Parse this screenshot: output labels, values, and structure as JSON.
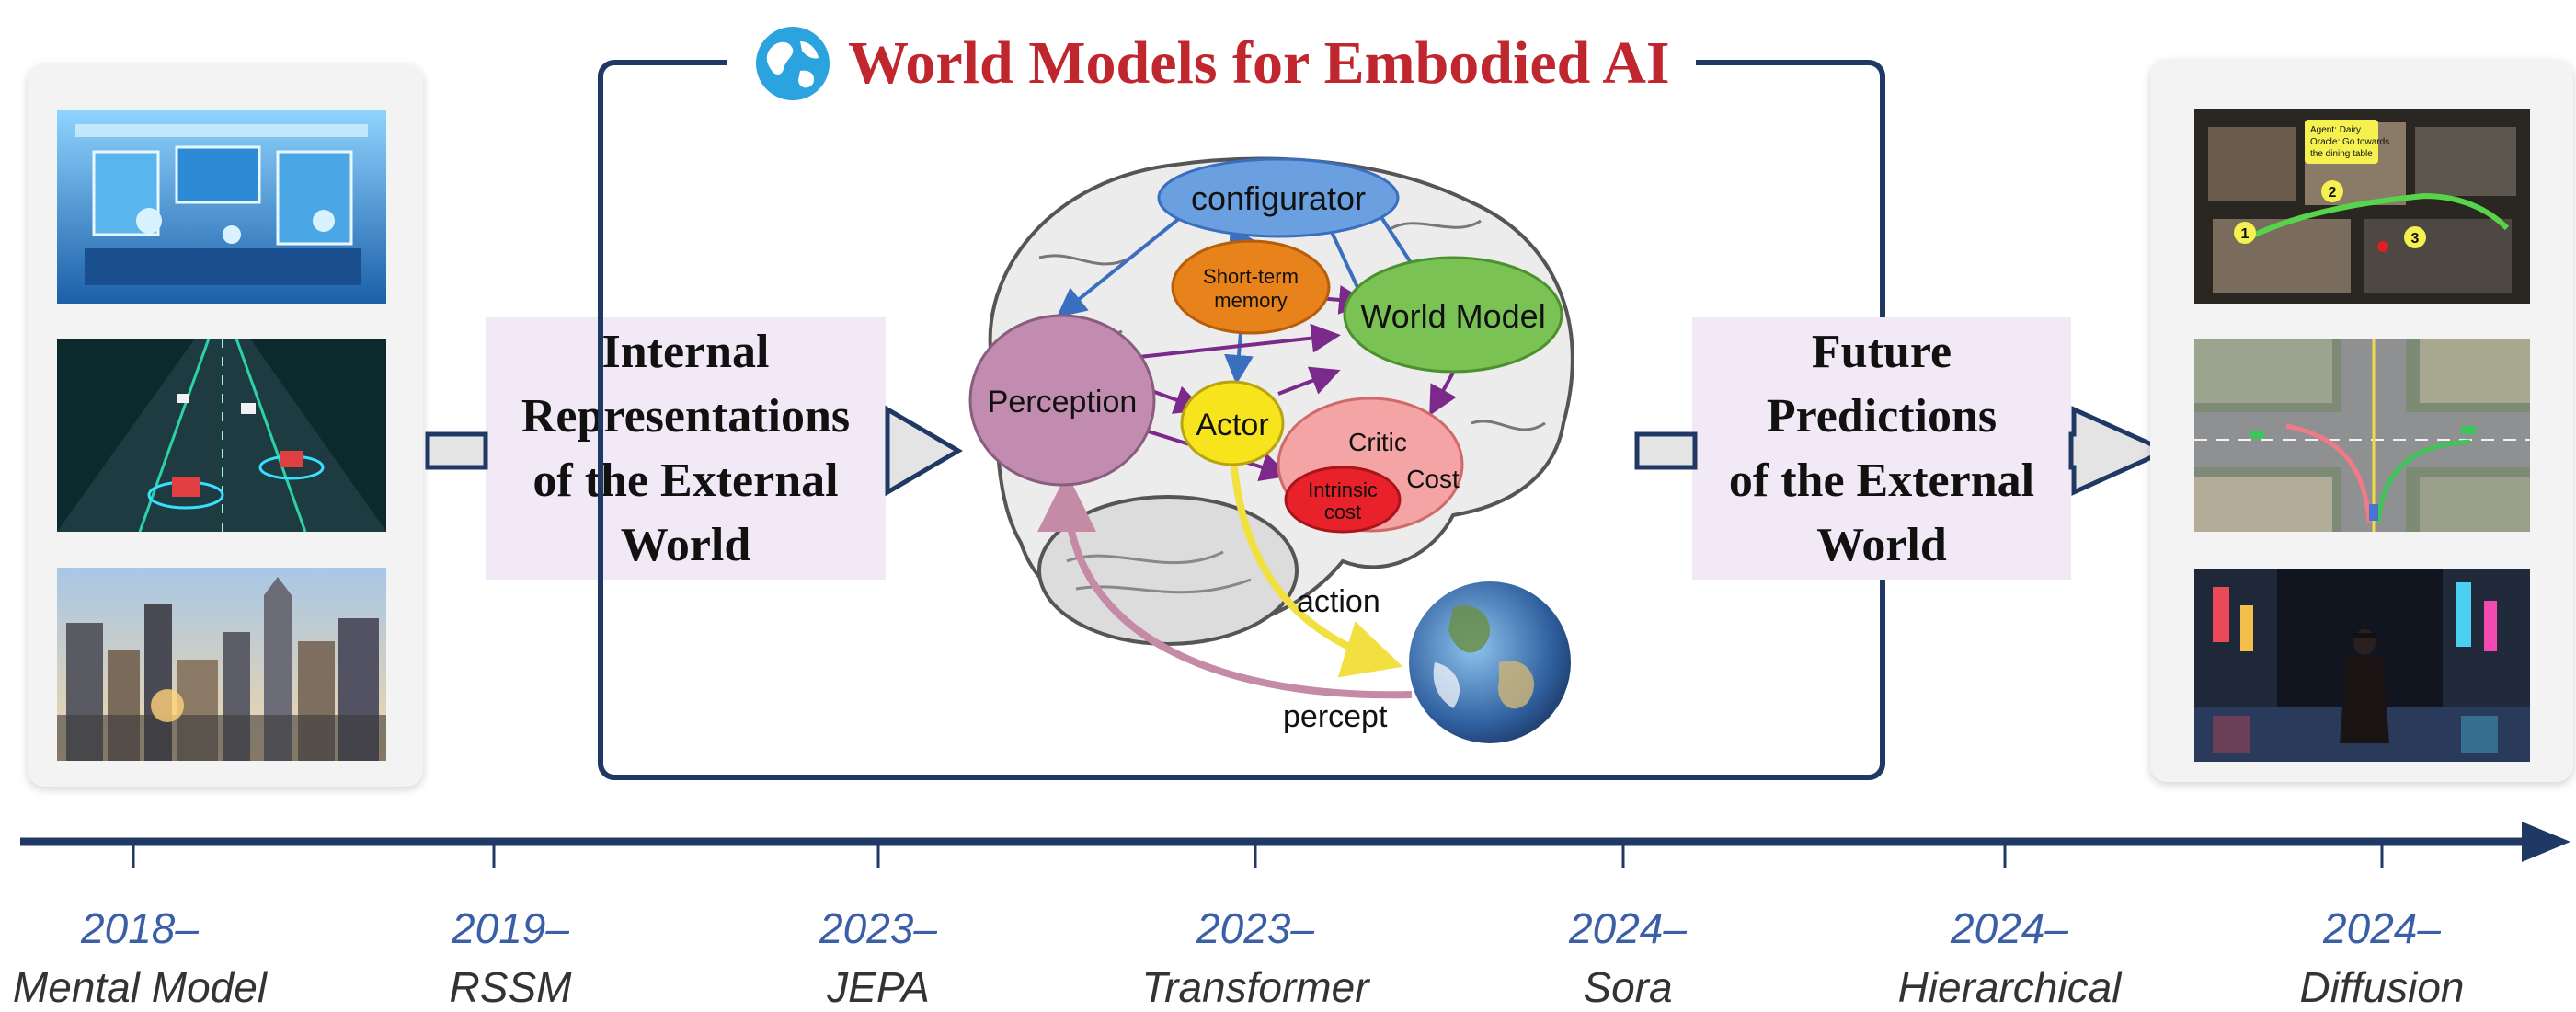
{
  "title": "World Models for Embodied AI",
  "concepts": {
    "left_lines": [
      "Internal",
      "Representations",
      "of the External",
      "World"
    ],
    "right_lines": [
      "Future",
      "Predictions",
      "of the External",
      "World"
    ]
  },
  "diagram": {
    "configurator": "configurator",
    "short_term_memory_lines": [
      "Short-term",
      "memory"
    ],
    "world_model": "World Model",
    "perception": "Perception",
    "actor": "Actor",
    "critic": "Critic",
    "cost": "Cost",
    "intrinsic_cost_lines": [
      "Intrinsic",
      "cost"
    ],
    "action": "action",
    "percept": "percept"
  },
  "thumbnails": {
    "left": [
      "smart-home-interior",
      "autonomous-driving-road",
      "city-skyline"
    ],
    "right": [
      "indoor-navigation-map",
      "aerial-intersection",
      "night-city-street"
    ],
    "nav_bubble_lines": [
      "Agent: Dairy",
      "Oracle: Go towards",
      "the dining table"
    ],
    "nav_markers": [
      "1",
      "2",
      "3"
    ]
  },
  "timeline": [
    {
      "year": "2018–",
      "name": "Mental Model"
    },
    {
      "year": "2019–",
      "name": "RSSM"
    },
    {
      "year": "2023–",
      "name": "JEPA"
    },
    {
      "year": "2023–",
      "name": "Transformer"
    },
    {
      "year": "2024–",
      "name": "Sora"
    },
    {
      "year": "2024–",
      "name": "Hierarchical"
    },
    {
      "year": "2024–",
      "name": "Diffusion"
    }
  ],
  "colors": {
    "navy": "#1f3864",
    "title_red": "#c0262d",
    "concept_bg": "#f1e9f5",
    "year_blue": "#3b5ea8"
  }
}
